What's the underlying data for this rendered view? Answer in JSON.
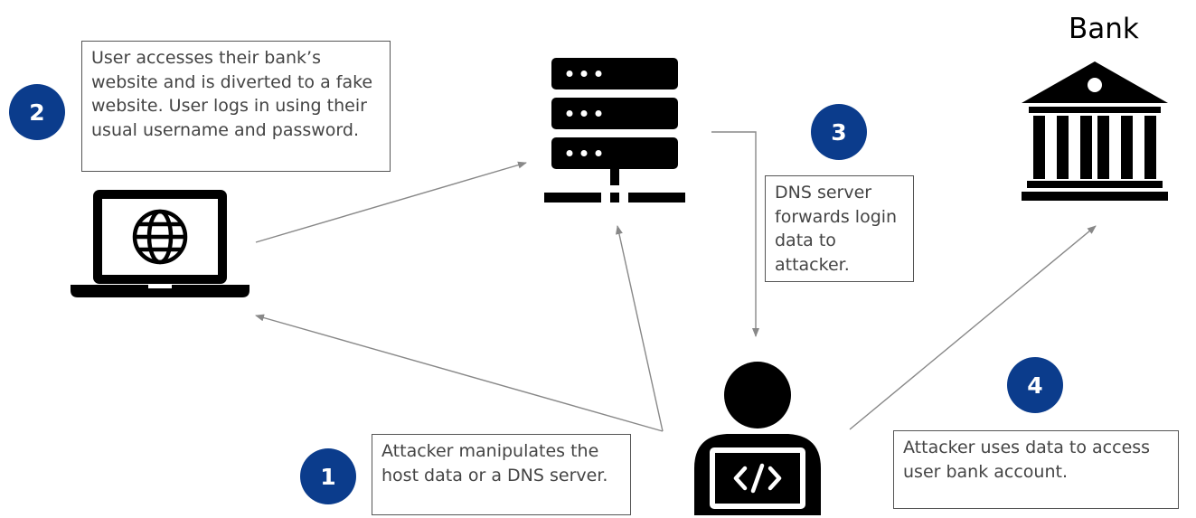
{
  "diagram": {
    "bank_label": "Bank",
    "steps": [
      {
        "number": "1",
        "text": "Attacker manipulates the host data or a DNS server."
      },
      {
        "number": "2",
        "text": "User accesses their bank’s website and is diverted to a fake website. User logs in using their usual username and password."
      },
      {
        "number": "3",
        "text": "DNS server forwards login data to attacker."
      },
      {
        "number": "4",
        "text": "Attacker uses data to access user bank account."
      }
    ],
    "icons": {
      "user_laptop": "laptop-globe-icon",
      "dns_server": "server-icon",
      "bank": "bank-icon",
      "attacker": "hacker-laptop-icon"
    },
    "colors": {
      "badge": "#0b3c8c",
      "arrow": "#888888",
      "icon": "#000000",
      "border": "#555555"
    }
  }
}
